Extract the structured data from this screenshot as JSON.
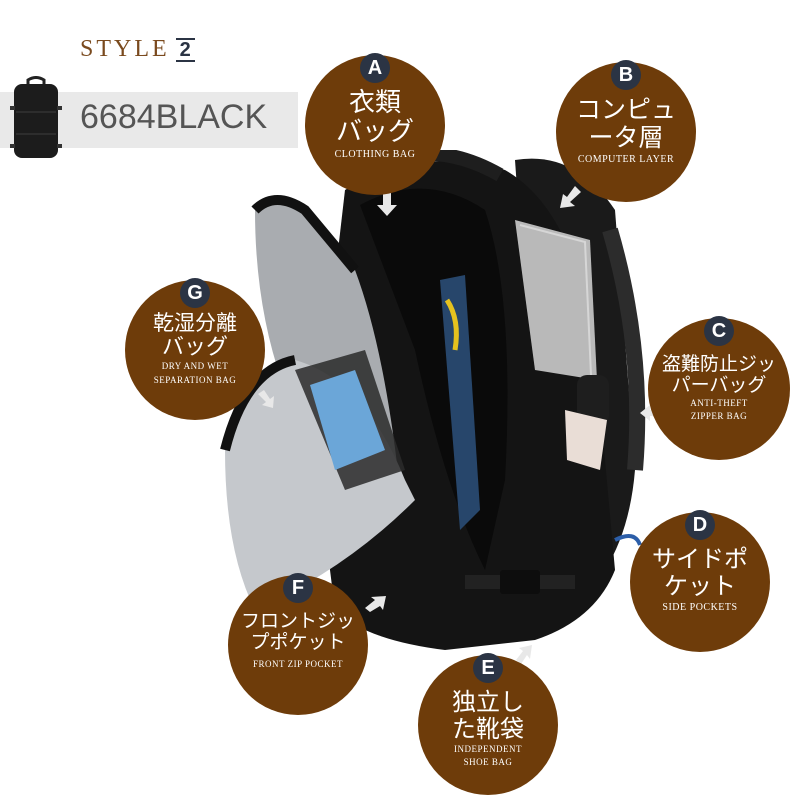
{
  "header": {
    "style_label": "STYLE",
    "style_number": "2",
    "color_code": "6684BLACK"
  },
  "colors": {
    "callout_bg": "#6e3c0a",
    "badge_bg": "#2b3444",
    "strip_bg": "#e9e9e9",
    "title_color": "#7a4a1e"
  },
  "callouts": [
    {
      "letter": "A",
      "jp_line1": "衣類",
      "jp_line2": "バッグ",
      "en_line1": "CLOTHING BAG",
      "en_line2": ""
    },
    {
      "letter": "B",
      "jp_line1": "コンピュ",
      "jp_line2": "ータ層",
      "en_line1": "COMPUTER LAYER",
      "en_line2": ""
    },
    {
      "letter": "C",
      "jp_line1": "盗難防止ジッ",
      "jp_line2": "パーバッグ",
      "en_line1": "ANTI-THEFT",
      "en_line2": "ZIPPER BAG"
    },
    {
      "letter": "D",
      "jp_line1": "サイドポ",
      "jp_line2": "ケット",
      "en_line1": "SIDE POCKETS",
      "en_line2": ""
    },
    {
      "letter": "E",
      "jp_line1": "独立し",
      "jp_line2": "た靴袋",
      "en_line1": "INDEPENDENT",
      "en_line2": "SHOE BAG"
    },
    {
      "letter": "F",
      "jp_line1": "フロントジッ",
      "jp_line2": "プポケット",
      "en_line1": "FRONT ZIP POCKET",
      "en_line2": ""
    },
    {
      "letter": "G",
      "jp_line1": "乾湿分離",
      "jp_line2": "バッグ",
      "en_line1": "DRY AND WET",
      "en_line2": "SEPARATION BAG"
    }
  ]
}
